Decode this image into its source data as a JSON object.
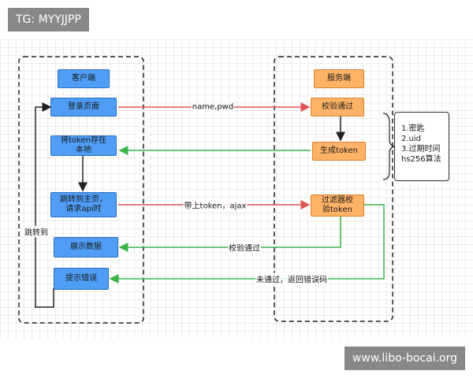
{
  "watermarks": {
    "top_left": "TG: MYYJJPP",
    "bottom_right": "www.libo-bocai.org"
  },
  "colors": {
    "client_box": "#4f9df5",
    "server_box": "#ffb366",
    "request_arrow": "#e05555",
    "response_arrow": "#3bb54a",
    "flow_arrow": "#222222"
  },
  "client": {
    "title": "客户端",
    "login_page": "登录页面",
    "store_token_1": "将token存在",
    "store_token_2": "本地",
    "redirect_1": "跳转到主页，",
    "redirect_2": "请求api时",
    "show_data": "展示数据",
    "show_error": "提示错误",
    "loop_label": "跳转到"
  },
  "server": {
    "title": "服务端",
    "verify_pass": "校验通过",
    "generate_token": "生成token",
    "filter_1": "过滤器校",
    "filter_2": "验token"
  },
  "note": {
    "lines": [
      "1.密匙",
      "2.uid",
      "3.过期时间",
      "hs256算法"
    ]
  },
  "edges": {
    "name_pwd": "name,pwd",
    "with_token": "带上token，ajax",
    "verify_ok": "校验通过",
    "not_passed": "未通过，返回错误码"
  }
}
